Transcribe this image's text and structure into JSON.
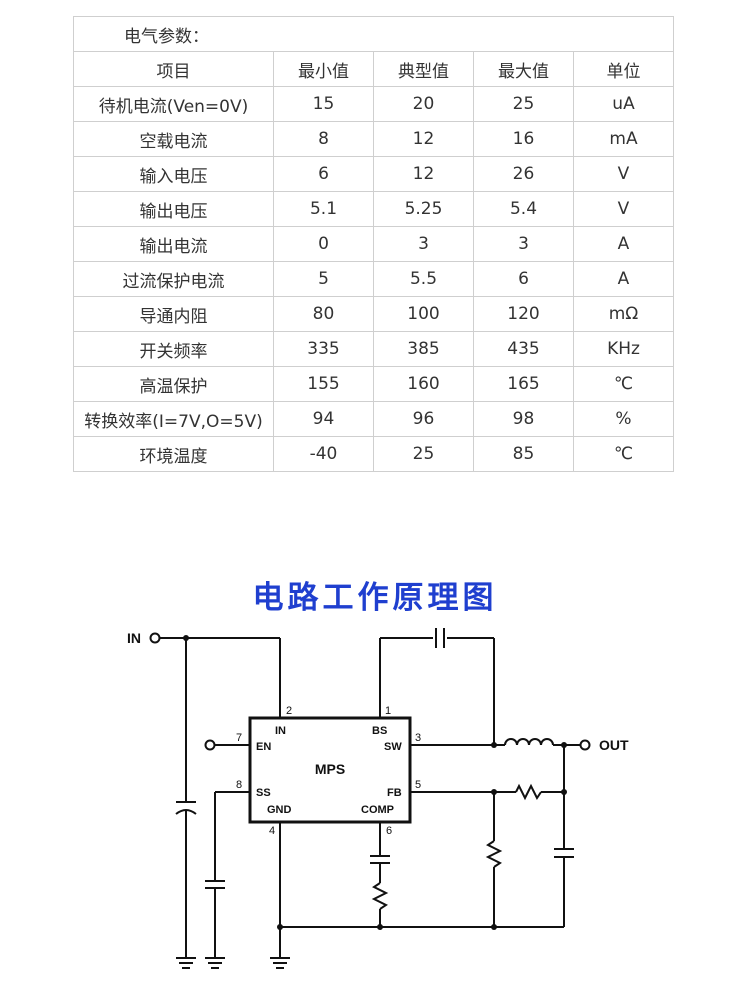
{
  "table": {
    "title": "电气参数：",
    "headers": [
      "项目",
      "最小值",
      "典型值",
      "最大值",
      "单位"
    ],
    "rows": [
      [
        "待机电流(Ven=0V)",
        "15",
        "20",
        "25",
        "uA"
      ],
      [
        "空载电流",
        "8",
        "12",
        "16",
        "mA"
      ],
      [
        "输入电压",
        "6",
        "12",
        "26",
        "V"
      ],
      [
        "输出电压",
        "5.1",
        "5.25",
        "5.4",
        "V"
      ],
      [
        "输出电流",
        "0",
        "3",
        "3",
        "A"
      ],
      [
        "过流保护电流",
        "5",
        "5.5",
        "6",
        "A"
      ],
      [
        "导通内阻",
        "80",
        "100",
        "120",
        "mΩ"
      ],
      [
        "开关频率",
        "335",
        "385",
        "435",
        "KHz"
      ],
      [
        "高温保护",
        "155",
        "160",
        "165",
        "℃"
      ],
      [
        "转换效率(I=7V,O=5V)",
        "94",
        "96",
        "98",
        "%"
      ],
      [
        "环境温度",
        "-40",
        "25",
        "85",
        "℃"
      ]
    ]
  },
  "diagram": {
    "title": "电路工作原理图",
    "title_color": "#1f3fcf",
    "chip_label": "MPS",
    "in_label": "IN",
    "out_label": "OUT",
    "pins": {
      "in": {
        "num": "2",
        "name": "IN"
      },
      "bs": {
        "num": "1",
        "name": "BS"
      },
      "en": {
        "num": "7",
        "name": "EN"
      },
      "sw": {
        "num": "3",
        "name": "SW"
      },
      "ss": {
        "num": "8",
        "name": "SS"
      },
      "fb": {
        "num": "5",
        "name": "FB"
      },
      "gnd": {
        "num": "4",
        "name": "GND"
      },
      "comp": {
        "num": "6",
        "name": "COMP"
      }
    }
  }
}
